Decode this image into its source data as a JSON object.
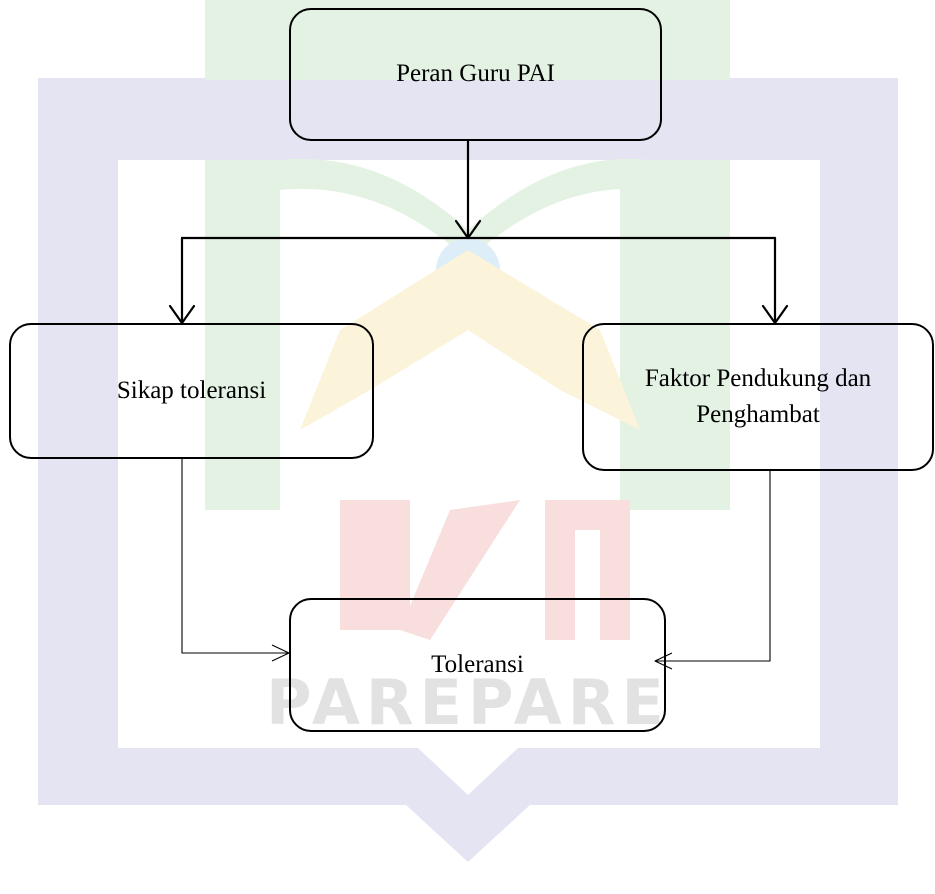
{
  "nodes": {
    "peran": "Peran Guru PAI",
    "sikap": "Sikap toleransi",
    "faktor": "Faktor Pendukung dan Penghambat",
    "toleransi": "Toleransi"
  },
  "watermark": {
    "text": "PAREPARE",
    "colors": {
      "frame": "#e4e4f2",
      "green": "#e4f2e4",
      "yellow": "#fbf4da",
      "red": "#f9dede",
      "blue": "#deeef9",
      "text": "#e2e2e2"
    }
  }
}
